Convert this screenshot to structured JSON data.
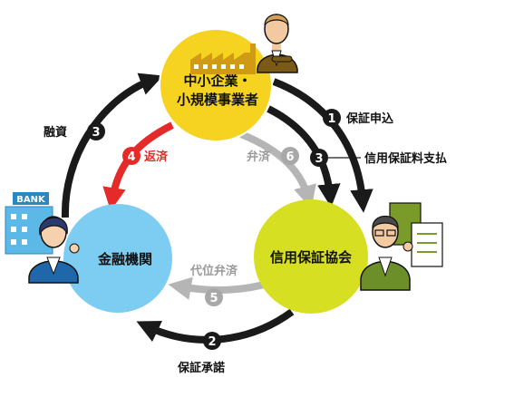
{
  "nodes": {
    "sme": {
      "line1": "中小企業・",
      "line2": "小規模事業者",
      "fill": "#f5d320"
    },
    "bank": {
      "label": "金融機関",
      "fill": "#7dcdf2",
      "sign": "BANK"
    },
    "guarantee": {
      "label": "信用保証協会",
      "fill": "#d7df23"
    }
  },
  "steps": [
    {
      "num": "1",
      "label": "保証申込",
      "color": "#111111"
    },
    {
      "num": "2",
      "label": "保証承諾",
      "color": "#111111"
    },
    {
      "num": "3",
      "label": "融資",
      "color": "#111111"
    },
    {
      "num": "3",
      "label": "信用保証料支払",
      "color": "#111111"
    },
    {
      "num": "4",
      "label": "返済",
      "color": "#e52a2a"
    },
    {
      "num": "5",
      "label": "代位弁済",
      "color": "#9b9b9b"
    },
    {
      "num": "6",
      "label": "弁済",
      "color": "#9b9b9b"
    }
  ],
  "colors": {
    "arrow_black": "#1a1a1a",
    "arrow_red": "#e52a2a",
    "arrow_gray": "#b5b5b5",
    "badge_gray": "#a8a8a8"
  }
}
